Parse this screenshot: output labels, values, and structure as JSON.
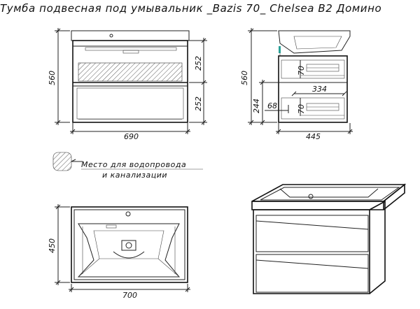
{
  "title": "Тумба подвесная под умывальник _Bazis 70_ Chelsea B2 Домино",
  "legend": {
    "line1": "Место для водопровода",
    "line2": "и канализации"
  },
  "front_view": {
    "width": "690",
    "height": "560",
    "drawer_top": "252",
    "drawer_bottom": "252"
  },
  "side_view": {
    "depth": "445",
    "height": "560",
    "inner_depth": "334",
    "mount_height": "244",
    "offset": "68",
    "gap_top": "70",
    "gap_bottom": "70"
  },
  "top_view": {
    "width": "700",
    "depth": "450"
  },
  "colors": {
    "line": "#222222",
    "background": "#ffffff"
  }
}
